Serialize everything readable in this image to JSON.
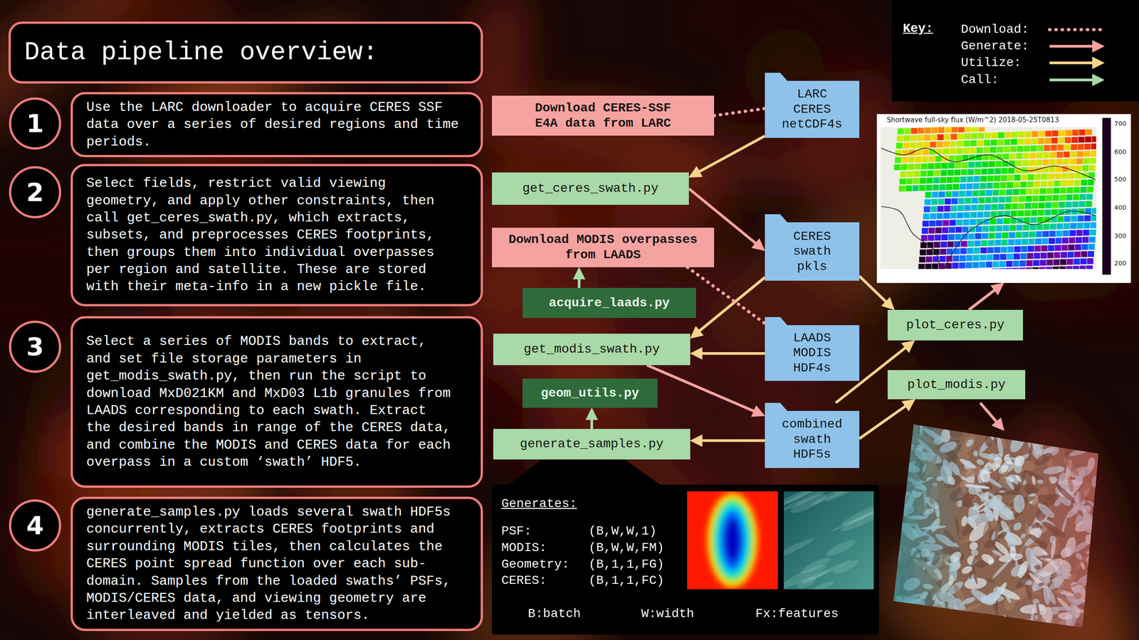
{
  "diagram": {
    "title": "Data pipeline overview:",
    "nodes": [
      {
        "text": [
          "1"
        ]
      },
      {
        "text": [
          "Use the LARC downloader to acquire CERES SSF data over a series of desired regions and time periods."
        ]
      },
      {
        "text": [
          "2"
        ]
      },
      {
        "text": [
          "Select fields, restrict valid viewing geometry, and apply other constraints, then call get_ceres_swath.py, which extracts, subsets, and preprocesses CERES footprints, then groups them into individual overpasses per region and satellite. These are stored with their meta-info in a new pickle file."
        ]
      },
      {
        "text": [
          "3"
        ]
      },
      {
        "text": [
          "Select a series of MODIS bands to extract, and set file storage parameters in get_modis_swath.py, then run the script to download MxD021KM and MxD03 L1b granules from LAADS corresponding to each swath. Extract the desired bands in range of the CERES data, and combine the MODIS and CERES data for each overpass in a custom ‘swath’ HDF5."
        ]
      },
      {
        "text": [
          "4"
        ]
      },
      {
        "text": [
          "generate_samples.py loads several swath HDF5s concurrently, extracts CERES footprints and surrounding MODIS tiles, then calculates the CERES point spread function over each sub-domain. Samples from the loaded swaths’ PSFs, MODIS/CERES data, and viewing geometry are interleaved and yielded as tensors."
        ]
      },
      {
        "text": [
          "Download CERES-SSF E4A data from LARC"
        ]
      },
      {
        "text": [
          "LARC CERES netCDF4s"
        ]
      },
      {
        "text": [
          "Shortwave full-sky flux (W/m^2) 2018-05-25T0813"
        ]
      },
      {
        "text": [
          "get_ceres_swath.py"
        ]
      },
      {
        "text": [
          "CERES swath pkls"
        ]
      },
      {
        "text": [
          "Download MODIS overpasses from LAADS"
        ]
      },
      {
        "text": [
          "acquire_laads.py"
        ]
      },
      {
        "text": [
          "LAADS MODIS HDF4s"
        ]
      },
      {
        "text": [
          "plot_ceres.py"
        ]
      },
      {
        "text": [
          "get_modis_swath.py"
        ]
      },
      {
        "text": [
          "plot_modis.py"
        ]
      },
      {
        "text": [
          "geom_utils.py"
        ]
      },
      {
        "text": [
          "combined swath HDF5s"
        ]
      },
      {
        "text": [
          "generate_samples.py"
        ]
      },
      {
        "text": [
          "Generates:",
          "PSF:",
          "(B,W,W,1)",
          "MODIS:",
          "(B,W,W,FM)",
          "Geometry:",
          "(B,1,1,FG)",
          "CERES:",
          "(B,1,1,FC)",
          "B:batch",
          "W:width",
          "Fx:features"
        ]
      }
    ],
    "edges": [
      {
        "from": 8,
        "to": 9,
        "arrow": "none"
      },
      {
        "from": 9,
        "to": 11,
        "arrow": "to"
      },
      {
        "from": 11,
        "to": 12,
        "arrow": "to"
      },
      {
        "from": 12,
        "to": 17,
        "arrow": "to"
      },
      {
        "from": 12,
        "to": 16,
        "arrow": "to"
      },
      {
        "from": 13,
        "to": 15,
        "arrow": "none"
      },
      {
        "from": 14,
        "to": 13,
        "arrow": "to"
      },
      {
        "from": 15,
        "to": 17,
        "arrow": "to"
      },
      {
        "from": 17,
        "to": 20,
        "arrow": "to"
      },
      {
        "from": 21,
        "to": 19,
        "arrow": "to"
      },
      {
        "from": 20,
        "to": 21,
        "arrow": "to"
      },
      {
        "from": 20,
        "to": 16,
        "arrow": "to"
      },
      {
        "from": 20,
        "to": 18,
        "arrow": "to"
      },
      {
        "from": 16,
        "to": 10,
        "arrow": "to"
      }
    ],
    "labels": [
      "Key:",
      "700",
      "600",
      "500",
      "400",
      "300",
      "200"
    ],
    "legend": [
      {
        "text": "Download:"
      },
      {
        "text": "Generate:"
      },
      {
        "text": "Utilize:"
      },
      {
        "text": "Call:"
      }
    ]
  }
}
